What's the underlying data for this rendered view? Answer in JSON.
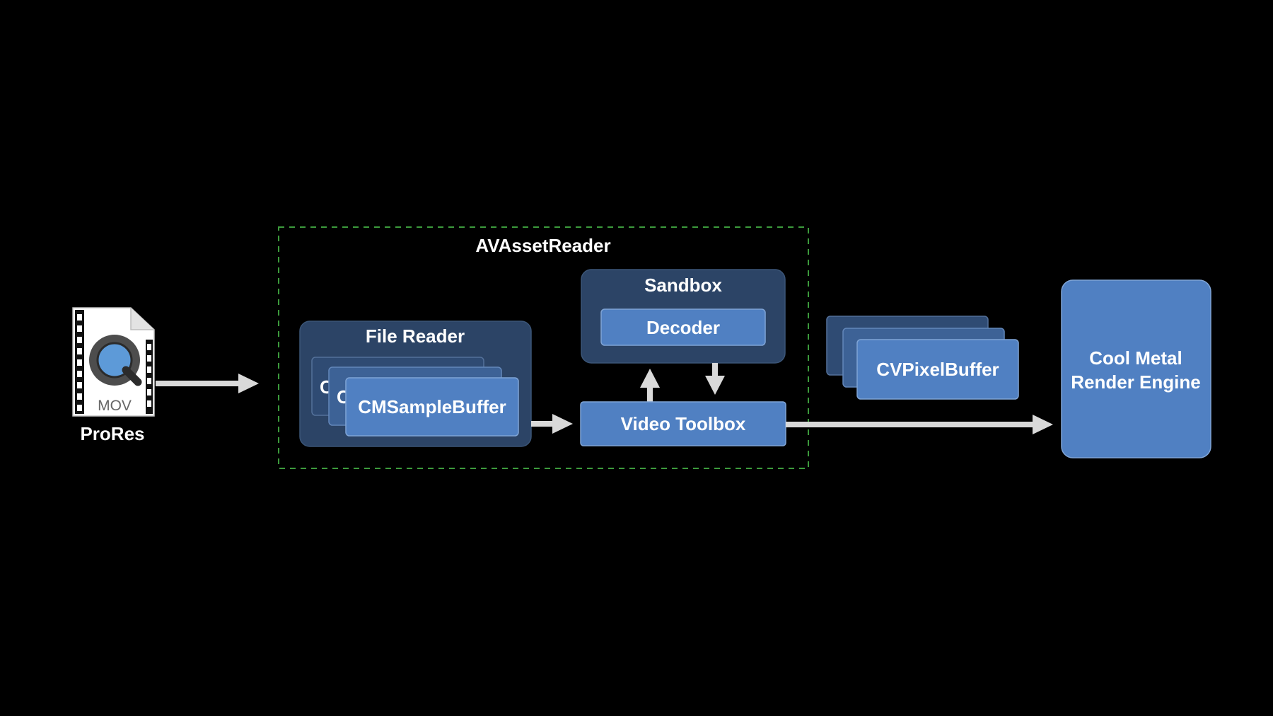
{
  "diagram": {
    "source": {
      "icon": "quicktime-movie-file-icon",
      "file_tag": "MOV",
      "label": "ProRes"
    },
    "container": {
      "title": "AVAssetReader"
    },
    "file_reader": {
      "title": "File Reader",
      "stack_back_label_1": "C",
      "stack_back_label_2": "C",
      "sample_buffer": "CMSampleBuffer"
    },
    "sandbox": {
      "title": "Sandbox",
      "decoder": "Decoder"
    },
    "video_toolbox": {
      "label": "Video Toolbox"
    },
    "pixel_buffer": {
      "label": "CVPixelBuffer"
    },
    "engine": {
      "line1": "Cool Metal",
      "line2": "Render Engine"
    }
  },
  "colors": {
    "background": "#000000",
    "container_border": "#3c9a3c",
    "dark_panel": "#2c4466",
    "dark_panel_border": "#3b5577",
    "blue_box": "#5080c2",
    "blue_box_border": "#7fa4d6",
    "arrow": "#d9d9d9",
    "text": "#ffffff"
  }
}
